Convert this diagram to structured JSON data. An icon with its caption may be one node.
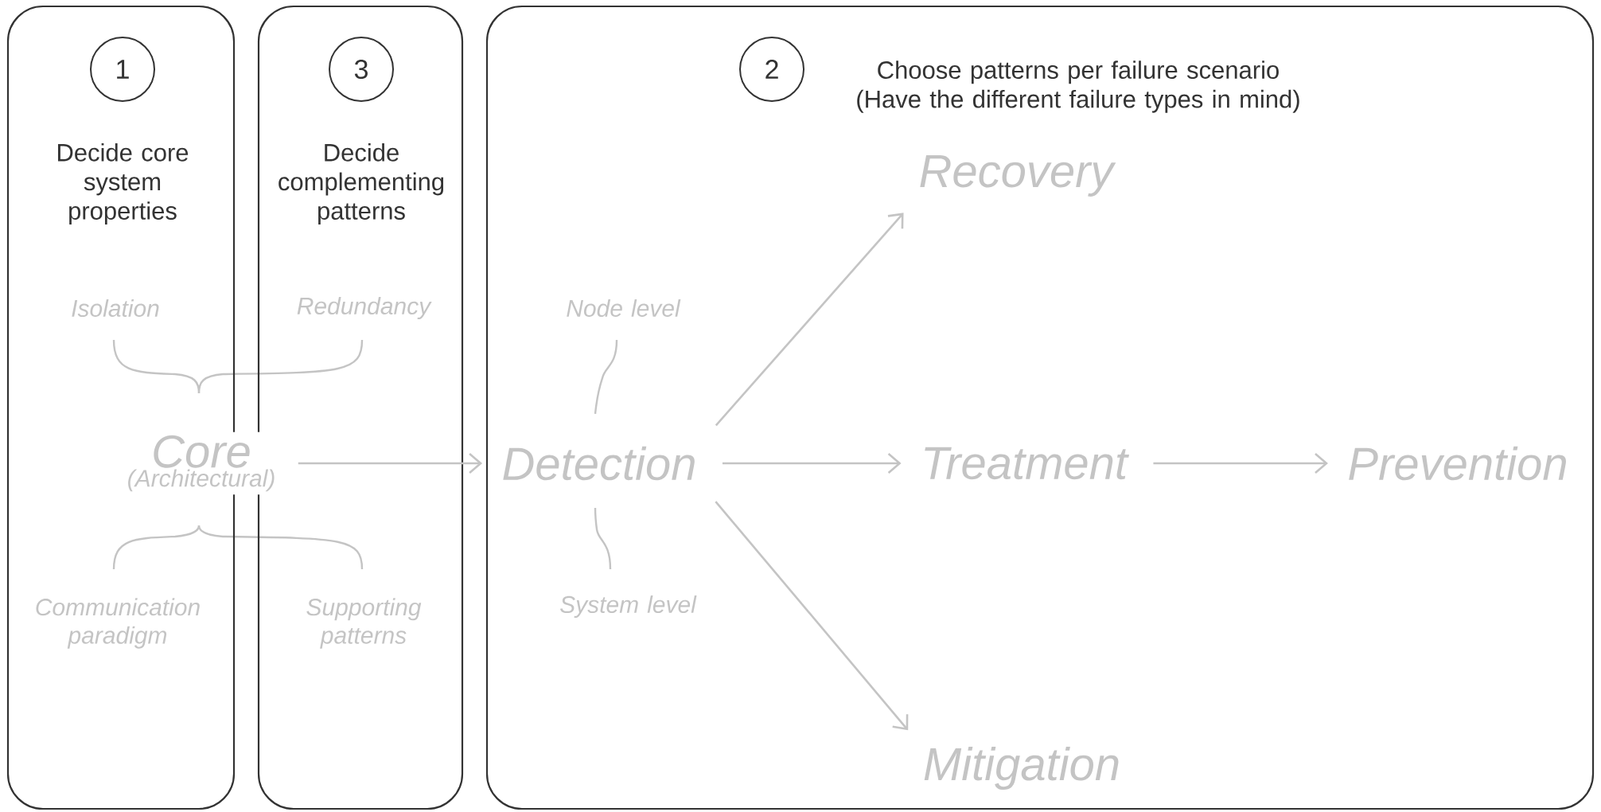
{
  "diagram": {
    "nodes": [
      {
        "text": [
          "Decide core system properties"
        ]
      },
      {
        "text": [
          "1"
        ],
        "in": 0
      },
      {
        "text": [
          "Decide complementing patterns"
        ]
      },
      {
        "text": [
          "3"
        ],
        "in": 2
      },
      {
        "text": [
          "Choose patterns per failure scenario",
          "(Have the different failure types in mind)"
        ]
      },
      {
        "text": [
          "2"
        ],
        "in": 4
      },
      {
        "text": [
          "Core",
          "(Architectural)"
        ]
      },
      {
        "text": [
          "Detection"
        ],
        "in": 4
      },
      {
        "text": [
          "Recovery"
        ],
        "in": 4
      },
      {
        "text": [
          "Treatment"
        ],
        "in": 4
      },
      {
        "text": [
          "Prevention"
        ],
        "in": 4
      },
      {
        "text": [
          "Mitigation"
        ],
        "in": 4
      }
    ],
    "edges": [
      {
        "from": 6,
        "to": 7,
        "arrow": "to"
      },
      {
        "from": 7,
        "to": 8,
        "arrow": "to"
      },
      {
        "from": 7,
        "to": 9,
        "arrow": "to"
      },
      {
        "from": 7,
        "to": 11,
        "arrow": "to"
      },
      {
        "from": 9,
        "to": 10,
        "arrow": "to"
      }
    ],
    "labels": [
      "Isolation",
      "Redundancy",
      "Node level",
      "Communication paradigm",
      "Supporting patterns",
      "System level"
    ]
  }
}
